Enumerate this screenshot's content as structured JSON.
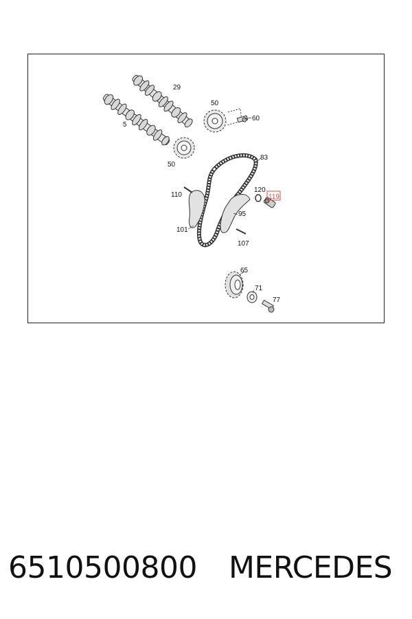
{
  "diagram": {
    "labels": {
      "l29": "29",
      "l5": "5",
      "l50a": "50",
      "l60": "60",
      "l50b": "50",
      "l83": "83",
      "l120": "120",
      "l119": "119",
      "l110": "110",
      "l95": "95",
      "l101": "101",
      "l107": "107",
      "l65": "65",
      "l71": "71",
      "l77": "77"
    },
    "highlight_color": "#d94a4a"
  },
  "caption": {
    "part_number": "6510500800",
    "brand": "MERCEDES"
  }
}
